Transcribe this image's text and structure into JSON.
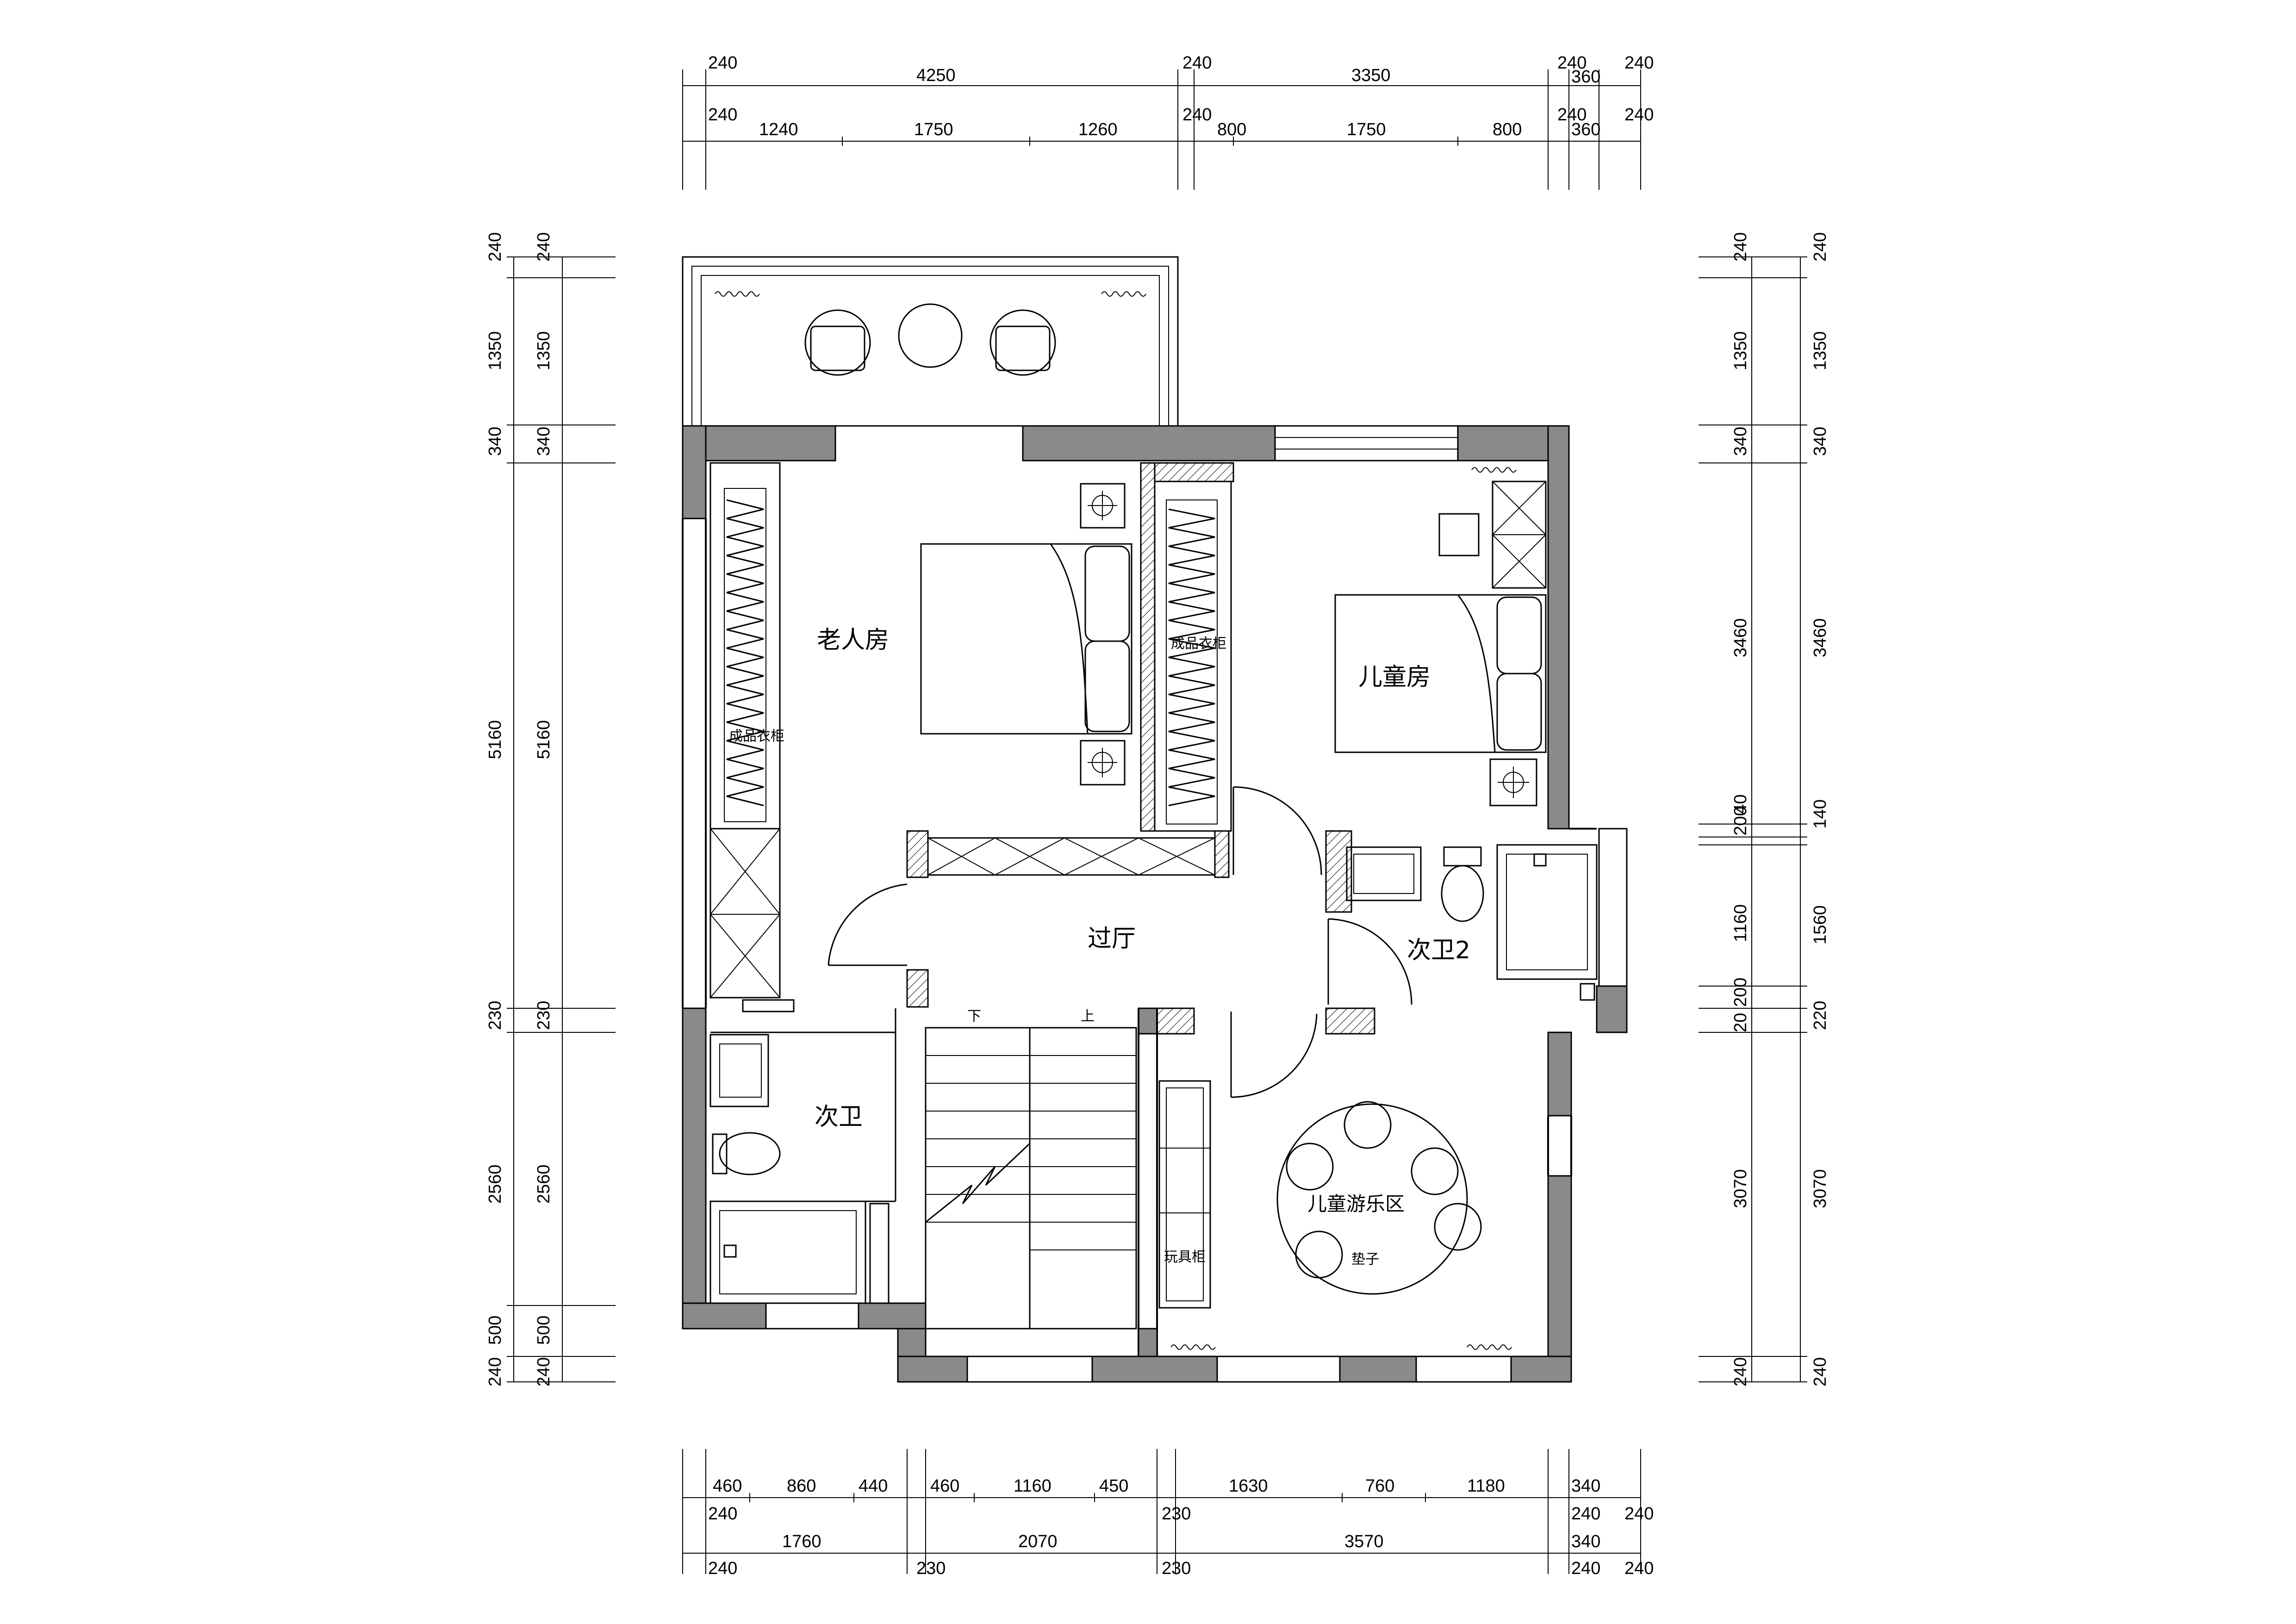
{
  "rooms": {
    "elder_room": "老人房",
    "kids_room": "儿童房",
    "hall": "过厅",
    "bath1": "次卫",
    "bath2": "次卫2",
    "play_area": "儿童游乐区",
    "stair_down": "下",
    "stair_up": "上",
    "toy_cabinet": "玩具柜",
    "wardrobe_elder": "成品衣柜",
    "wardrobe_kids": "成品衣柜",
    "mat": "垫子"
  },
  "dims_top": {
    "row1": [
      "240",
      "4250",
      "240",
      "3350",
      "240",
      "360",
      "240"
    ],
    "row2": [
      "240",
      "1240",
      "1750",
      "1260",
      "240",
      "800",
      "1750",
      "800",
      "240",
      "360",
      "240"
    ]
  },
  "dims_bottom": {
    "row1": [
      "460",
      "860",
      "440",
      "460",
      "1160",
      "450",
      "1630",
      "760",
      "1180",
      "340"
    ],
    "row2": [
      "240",
      "230",
      "240",
      "240"
    ],
    "row3": [
      "1760",
      "2070",
      "3570",
      "340"
    ],
    "row4": [
      "240",
      "230",
      "230",
      "240",
      "240"
    ]
  },
  "dims_left": {
    "outer": [
      "240",
      "1350",
      "340",
      "5160",
      "230",
      "2560",
      "500",
      "240"
    ],
    "inner": [
      "240",
      "1350",
      "340",
      "5160",
      "230",
      "2560",
      "500",
      "240"
    ]
  },
  "dims_right": {
    "inner": [
      "240",
      "1350",
      "340",
      "3460",
      "200",
      "40",
      "1160",
      "200",
      "20",
      "3070",
      "240"
    ],
    "outer": [
      "240",
      "1350",
      "340",
      "3460",
      "140",
      "1560",
      "220",
      "3070",
      "240"
    ]
  }
}
